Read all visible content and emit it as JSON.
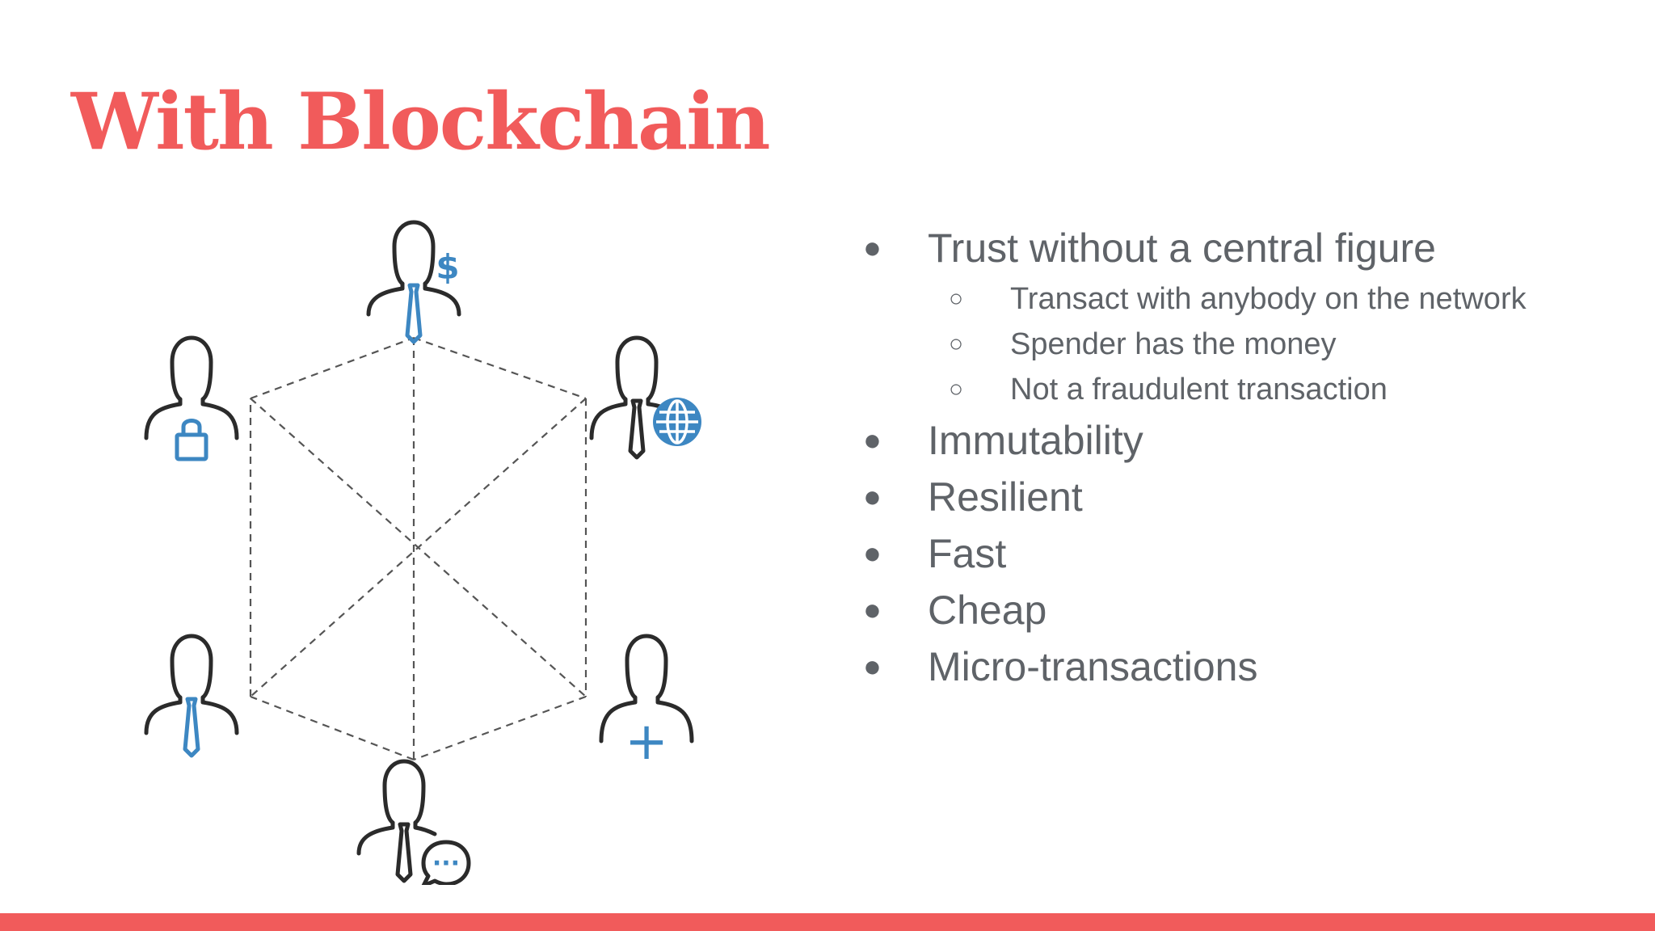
{
  "slide": {
    "title": "With Blockchain",
    "accent_color": "#f15b5b",
    "icon_blue": "#3d87c2",
    "icon_dark": "#2b2b2b"
  },
  "diagram": {
    "nodes": [
      {
        "name": "person-top",
        "badge": "dollar-icon"
      },
      {
        "name": "person-top-left",
        "badge": "lock-icon"
      },
      {
        "name": "person-top-right",
        "badge": "globe-icon"
      },
      {
        "name": "person-bottom-left",
        "badge": "tie-icon"
      },
      {
        "name": "person-bottom-right",
        "badge": "plus-icon"
      },
      {
        "name": "person-bottom",
        "badge": "chat-bubble-icon"
      }
    ],
    "badge_glyphs": {
      "dollar": "$",
      "plus": "+",
      "chat": "···"
    }
  },
  "bullets": [
    {
      "text": "Trust without a central figure",
      "glyph": "●",
      "sub": [
        {
          "text": "Transact with anybody on the network",
          "glyph": "○"
        },
        {
          "text": "Spender has the money",
          "glyph": "○"
        },
        {
          "text": "Not a fraudulent transaction",
          "glyph": "○"
        }
      ]
    },
    {
      "text": "Immutability",
      "glyph": "●"
    },
    {
      "text": "Resilient",
      "glyph": "●"
    },
    {
      "text": "Fast",
      "glyph": "●"
    },
    {
      "text": "Cheap",
      "glyph": "●"
    },
    {
      "text": "Micro-transactions",
      "glyph": "●"
    }
  ]
}
